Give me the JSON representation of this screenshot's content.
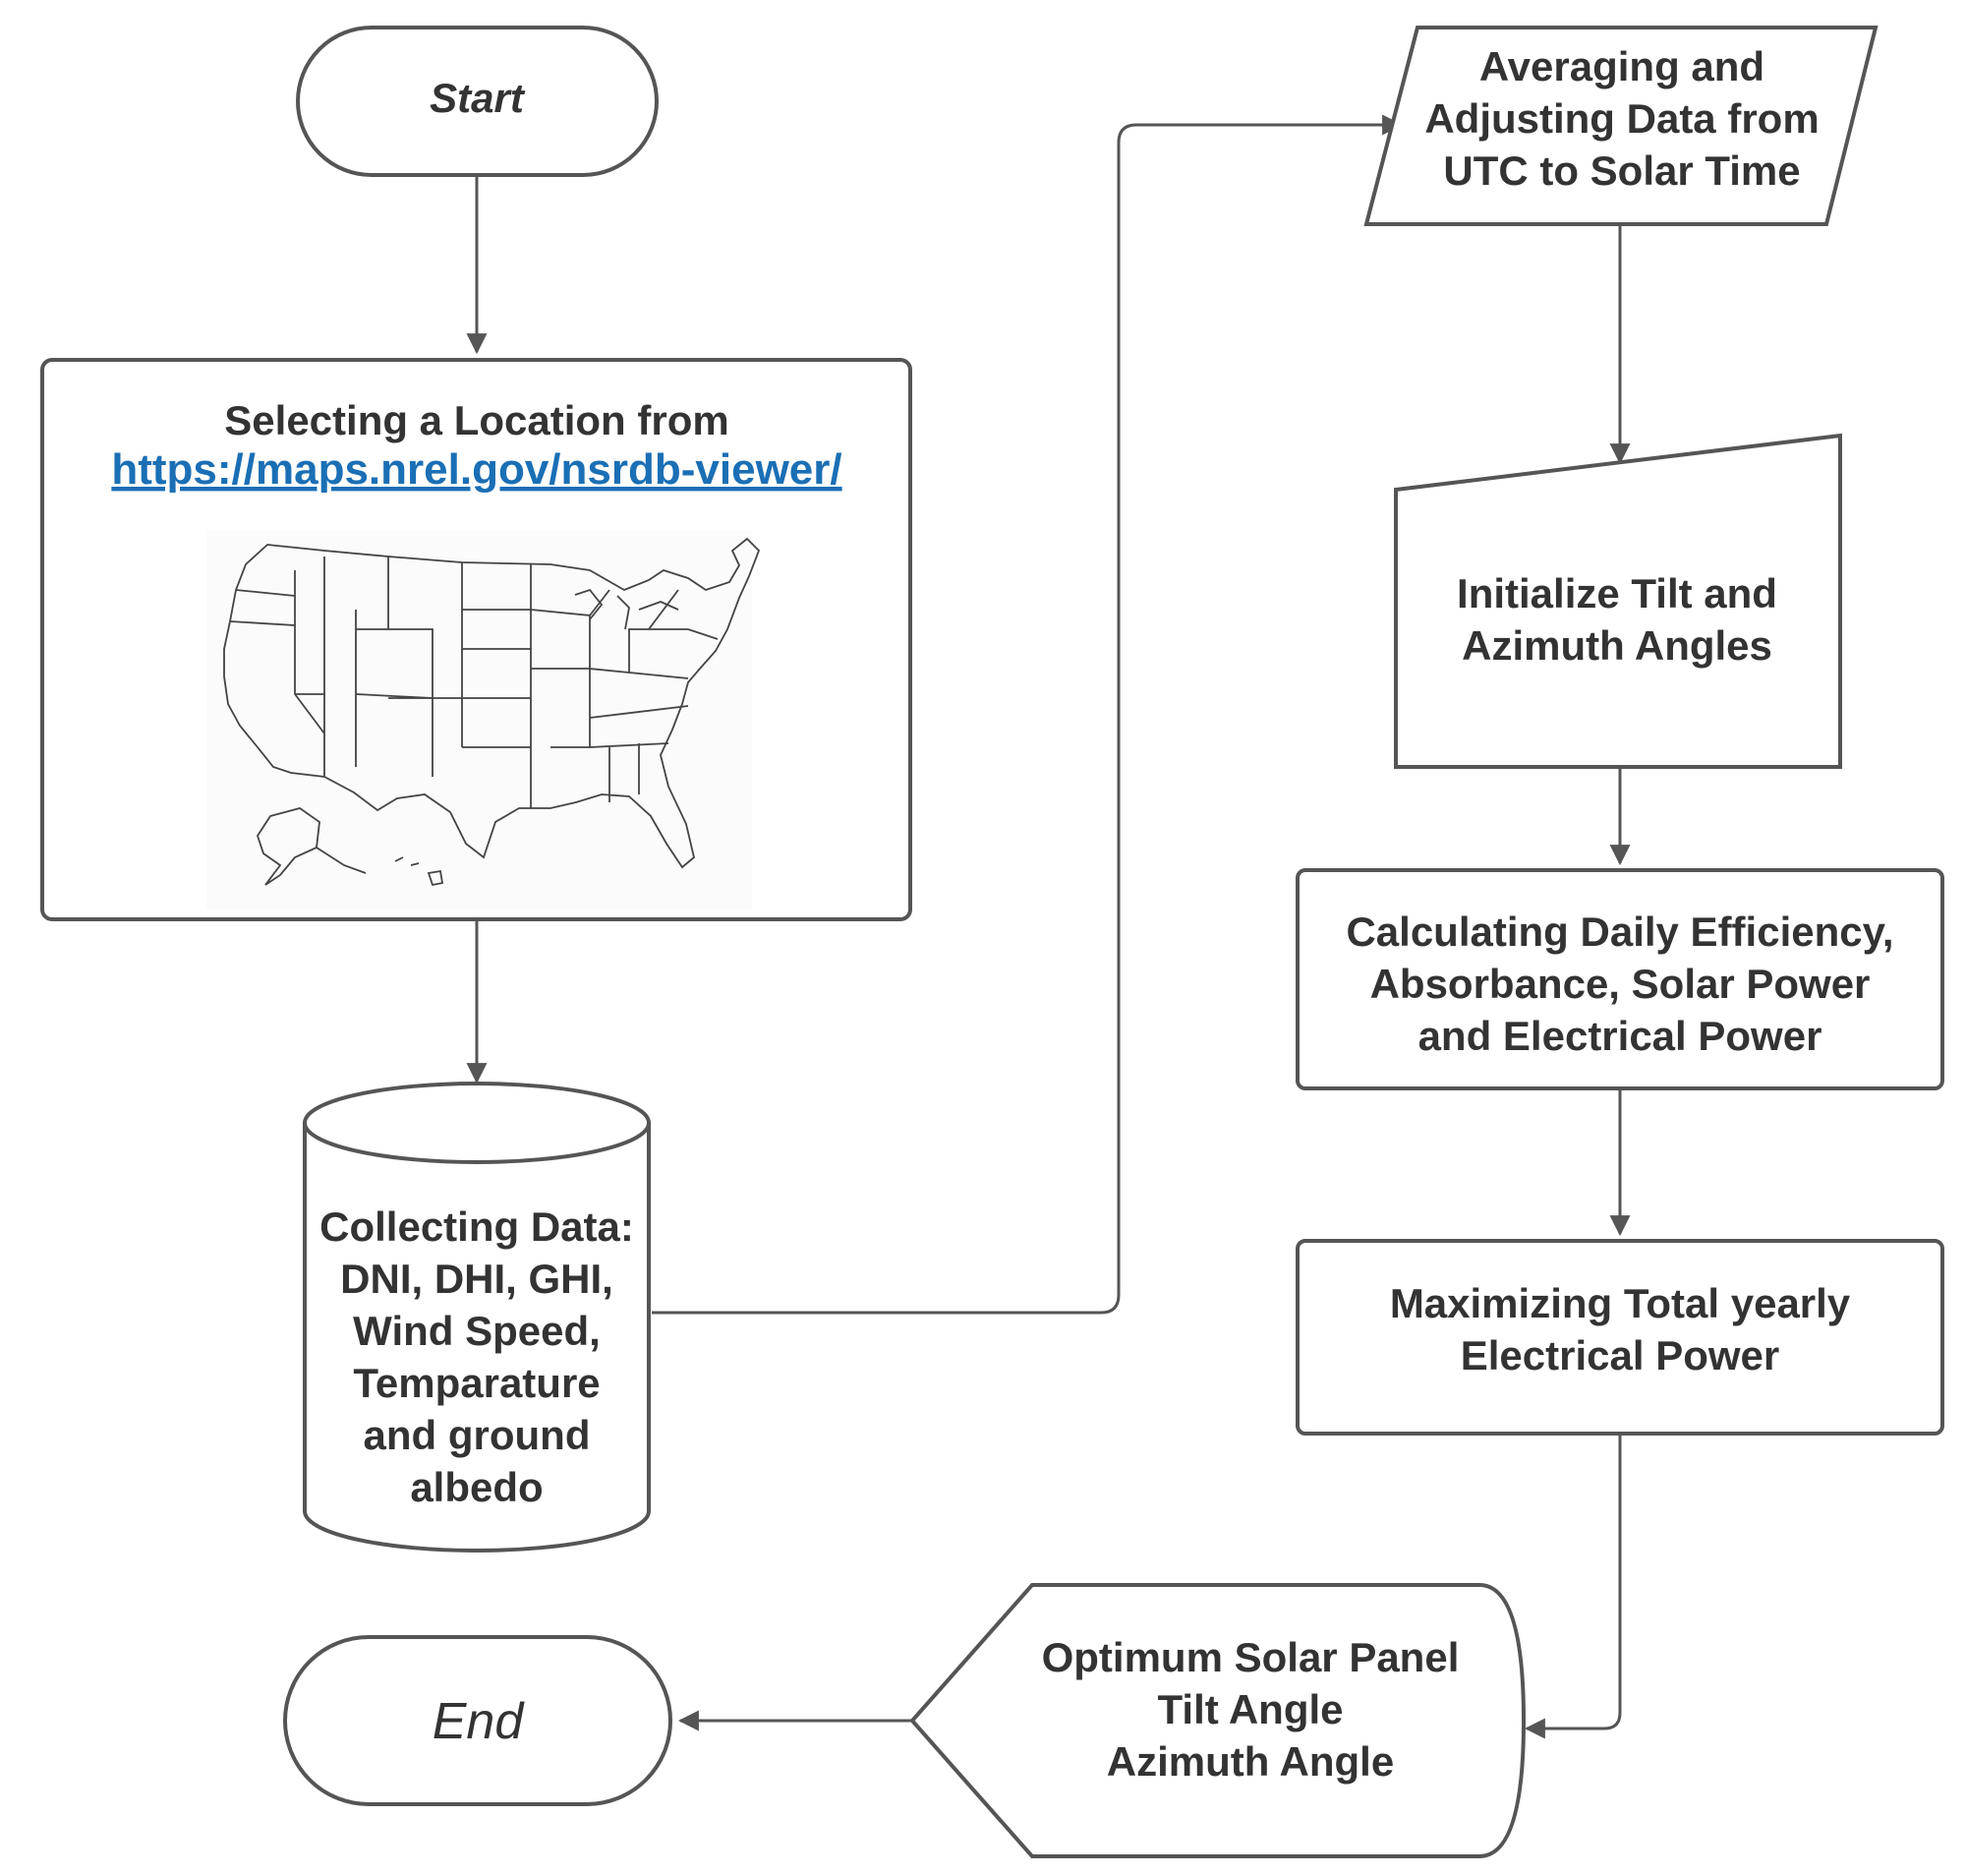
{
  "nodes": {
    "start": {
      "label": "Start"
    },
    "select_location": {
      "label": "Selecting a Location from",
      "link": "https://maps.nrel.gov/nsrdb-viewer/",
      "image": "us-states-outline-map"
    },
    "collect_data": {
      "lines": [
        "Collecting Data:",
        "DNI, DHI, GHI,",
        "Wind Speed,",
        "Temparature",
        "and ground",
        "albedo"
      ]
    },
    "averaging": {
      "lines": [
        "Averaging and",
        "Adjusting Data from",
        "UTC to Solar Time"
      ]
    },
    "initialize": {
      "lines": [
        "Initialize Tilt and",
        "Azimuth Angles"
      ]
    },
    "calculating": {
      "lines": [
        "Calculating Daily Efficiency,",
        "Absorbance, Solar Power",
        "and Electrical Power"
      ]
    },
    "maximizing": {
      "lines": [
        "Maximizing Total yearly",
        "Electrical Power"
      ]
    },
    "optimum": {
      "lines": [
        "Optimum Solar Panel",
        "Tilt Angle",
        "Azimuth Angle"
      ]
    },
    "end": {
      "label": "End"
    }
  },
  "edges": [
    [
      "start",
      "select_location"
    ],
    [
      "select_location",
      "collect_data"
    ],
    [
      "collect_data",
      "averaging"
    ],
    [
      "averaging",
      "initialize"
    ],
    [
      "initialize",
      "calculating"
    ],
    [
      "calculating",
      "maximizing"
    ],
    [
      "maximizing",
      "optimum"
    ],
    [
      "optimum",
      "end"
    ]
  ],
  "colors": {
    "stroke": "#555555",
    "text": "#333333",
    "link": "#1a6fb5"
  }
}
